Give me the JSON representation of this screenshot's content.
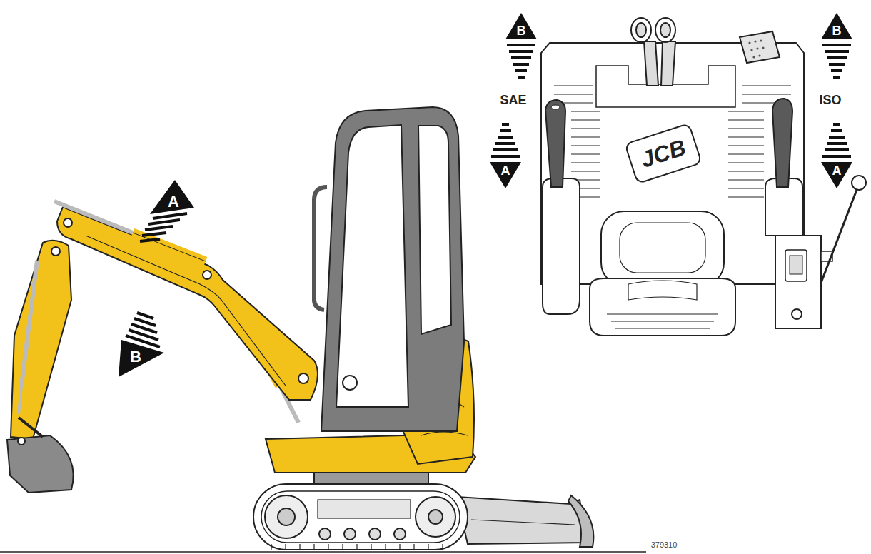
{
  "diagram": {
    "labels": [
      "A",
      "B",
      "B",
      "SAE",
      "A",
      "B",
      "ISO",
      "A",
      "JCB",
      "379310"
    ]
  }
}
